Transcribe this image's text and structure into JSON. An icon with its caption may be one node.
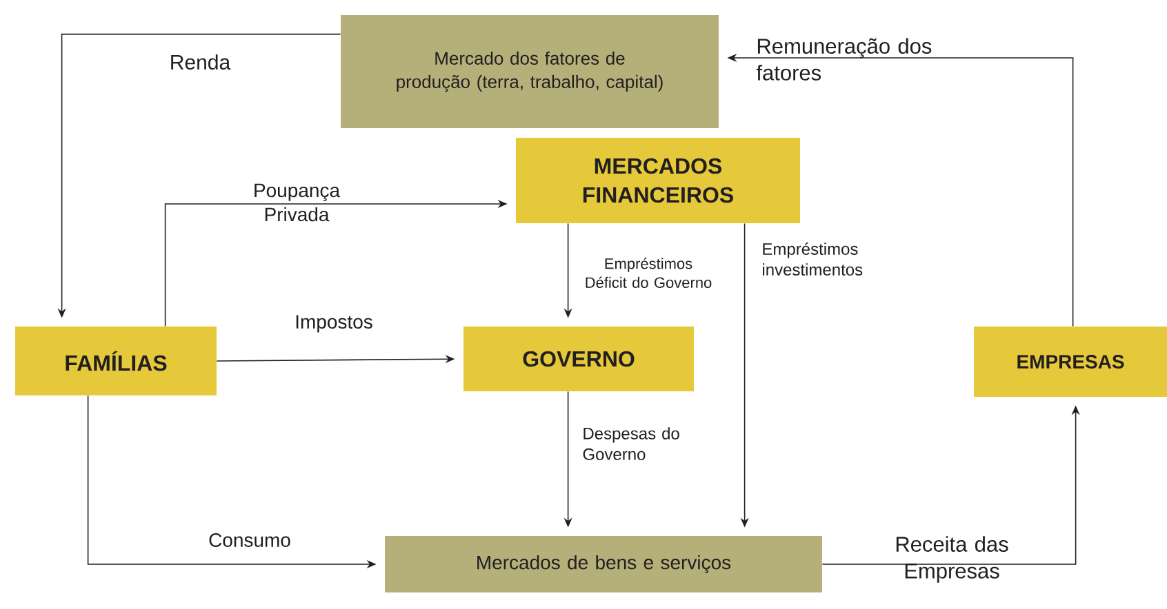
{
  "diagram": {
    "nodes": [
      {
        "text": [
          "Mercado dos fatores de produção (terra, trabalho, capital)"
        ]
      },
      {
        "text": [
          "MERCADOS FINANCEIROS"
        ]
      },
      {
        "text": [
          "FAMÍLIAS"
        ]
      },
      {
        "text": [
          "GOVERNO"
        ]
      },
      {
        "text": [
          "EMPRESAS"
        ]
      },
      {
        "text": [
          "Mercados de bens e serviços"
        ]
      }
    ],
    "edges": [
      {
        "from": 0,
        "to": 2,
        "arrow": "to",
        "label": "Renda"
      },
      {
        "from": 2,
        "to": 1,
        "arrow": "to",
        "label": "Poupança Privada"
      },
      {
        "from": 1,
        "to": 3,
        "arrow": "to",
        "label": "Empréstimos Déficit do Governo"
      },
      {
        "from": 1,
        "to": 5,
        "arrow": "to",
        "label": "Empréstimos investimentos"
      },
      {
        "from": 2,
        "to": 3,
        "arrow": "to",
        "label": "Impostos"
      },
      {
        "from": 3,
        "to": 5,
        "arrow": "to",
        "label": "Despesas do Governo"
      },
      {
        "from": 2,
        "to": 5,
        "arrow": "to",
        "label": "Consumo"
      },
      {
        "from": 5,
        "to": 4,
        "arrow": "to",
        "label": "Receita das Empresas"
      },
      {
        "from": 4,
        "to": 0,
        "arrow": "to",
        "label": "Remuneração dos fatores"
      }
    ]
  }
}
